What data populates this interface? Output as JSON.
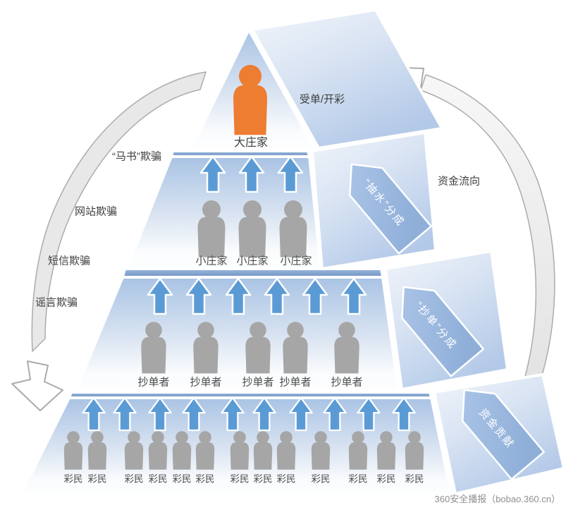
{
  "colors": {
    "accent_orange": "#ED7D31",
    "figure_gray": "#A6A6A6",
    "arrow_blue": "#5B9BD5",
    "tier_edge_blue": "#7093C3",
    "tier_body_blue": "#A9C3E4",
    "side_face_blue": "#B3C9E8",
    "plaque_blue": "#9DB9E0",
    "text_dark": "#3F3F3F",
    "watermark_gray": "#8F8F8F"
  },
  "left_annotations": {
    "items": [
      "“马书”欺骗",
      "网站欺骗",
      "短信欺骗",
      "谣言欺骗"
    ]
  },
  "right_annotation": {
    "label": "资金流向"
  },
  "apex": {
    "person_label": "大庄家",
    "side_label": "受单/开彩"
  },
  "tier2": {
    "labels": [
      "小庄家",
      "小庄家",
      "小庄家"
    ],
    "plaque": "“抽水”分成"
  },
  "tier3": {
    "labels": [
      "抄单者",
      "抄单者",
      "抄单者",
      "抄单者",
      "抄单者"
    ],
    "plaque": "“抄单”分成"
  },
  "tier4": {
    "labels": [
      "彩民",
      "彩民",
      "彩民",
      "彩民",
      "彩民",
      "彩民",
      "彩民",
      "彩民",
      "彩民",
      "彩民",
      "彩民",
      "彩民",
      "彩民"
    ],
    "plaque": "资金贡献"
  },
  "footer": {
    "watermark": "360安全播报（bobao.360.cn）"
  }
}
